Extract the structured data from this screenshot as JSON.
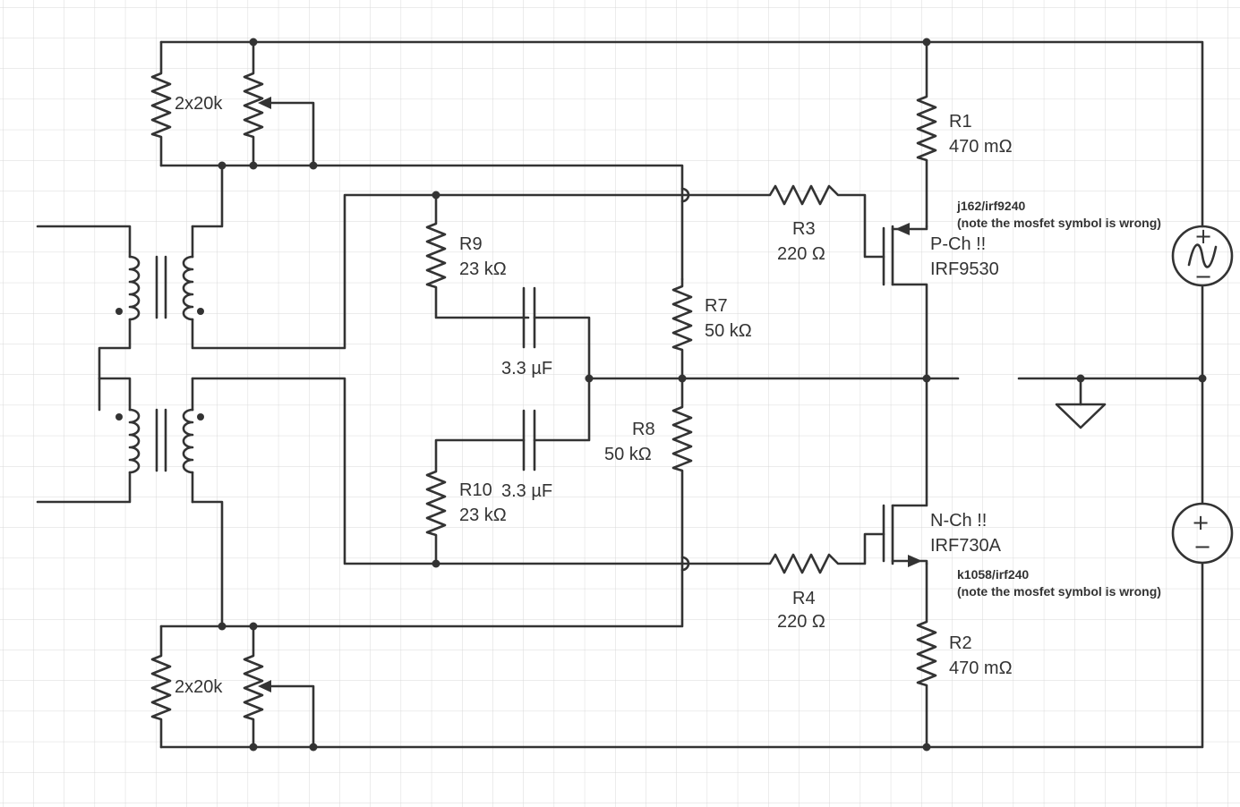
{
  "labels": {
    "r1_name": "R1",
    "r1_value": "470 mΩ",
    "r2_name": "R2",
    "r2_value": "470 mΩ",
    "r3_name": "R3",
    "r3_value": "220 Ω",
    "r4_name": "R4",
    "r4_value": "220 Ω",
    "r7_name": "R7",
    "r7_value": "50 kΩ",
    "r8_name": "R8",
    "r8_value": "50 kΩ",
    "r9_name": "R9",
    "r9_value": "23 kΩ",
    "r10_name": "R10",
    "r10_value": "23 kΩ",
    "c_top_value": "3.3 µF",
    "c_bottom_value": "3.3 µF",
    "pot_top_label": "2x20k",
    "pot_bottom_label": "2x20k",
    "pmos_type": "P-Ch !!",
    "pmos_part": "IRF9530",
    "pmos_note_line1": "j162/irf9240",
    "pmos_note_line2": "(note the mosfet symbol is wrong)",
    "nmos_type": "N-Ch !!",
    "nmos_part": "IRF730A",
    "nmos_note_line1": "k1058/irf240",
    "nmos_note_line2": "(note the mosfet symbol is wrong)",
    "ac_source_plus": "+",
    "ac_source_minus": "−",
    "dc_source_plus": "+",
    "dc_source_minus": "−"
  },
  "colors": {
    "wire": "#333333",
    "grid": "#d9d9d9",
    "background": "#ffffff"
  }
}
